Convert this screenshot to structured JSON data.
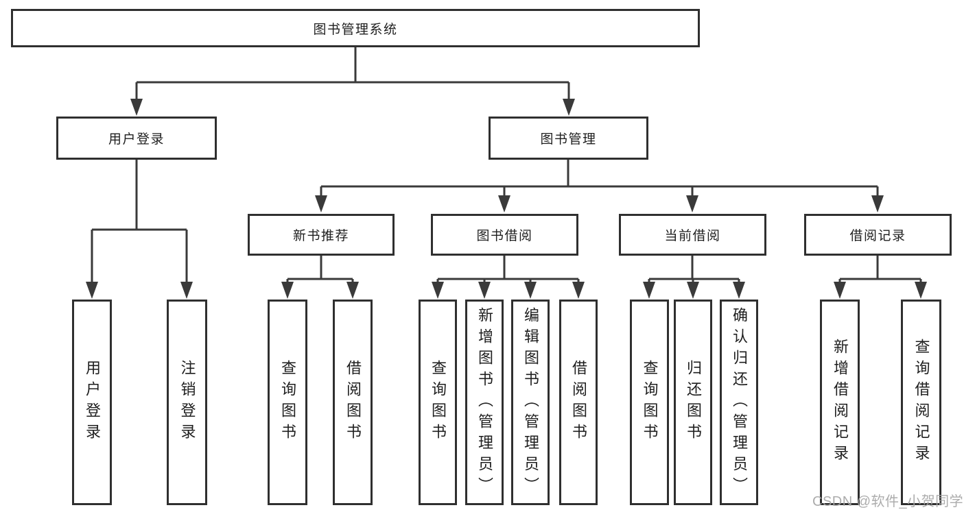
{
  "colors": {
    "background": "#ffffff",
    "line": "#3a3a3a",
    "box_border": "#2f2f2f",
    "text": "#1e1e1e",
    "watermark": "#a6a6a6"
  },
  "watermark": {
    "text": "CSDN @软件_小贺同学"
  },
  "diagram": {
    "root": {
      "label": "图书管理系统"
    },
    "branches": [
      {
        "label": "用户登录",
        "children": [
          {
            "label": "用户登录"
          },
          {
            "label": "注销登录"
          }
        ]
      },
      {
        "label": "图书管理",
        "children": [
          {
            "label": "新书推荐",
            "children": [
              {
                "label": "查询图书"
              },
              {
                "label": "借阅图书"
              }
            ]
          },
          {
            "label": "图书借阅",
            "children": [
              {
                "label": "查询图书"
              },
              {
                "label": "新增图书（管理员）"
              },
              {
                "label": "编辑图书（管理员）"
              },
              {
                "label": "借阅图书"
              }
            ]
          },
          {
            "label": "当前借阅",
            "children": [
              {
                "label": "查询图书"
              },
              {
                "label": "归还图书"
              },
              {
                "label": "确认归还（管理员）"
              }
            ]
          },
          {
            "label": "借阅记录",
            "children": [
              {
                "label": "新增借阅记录"
              },
              {
                "label": "查询借阅记录"
              }
            ]
          }
        ]
      }
    ]
  }
}
